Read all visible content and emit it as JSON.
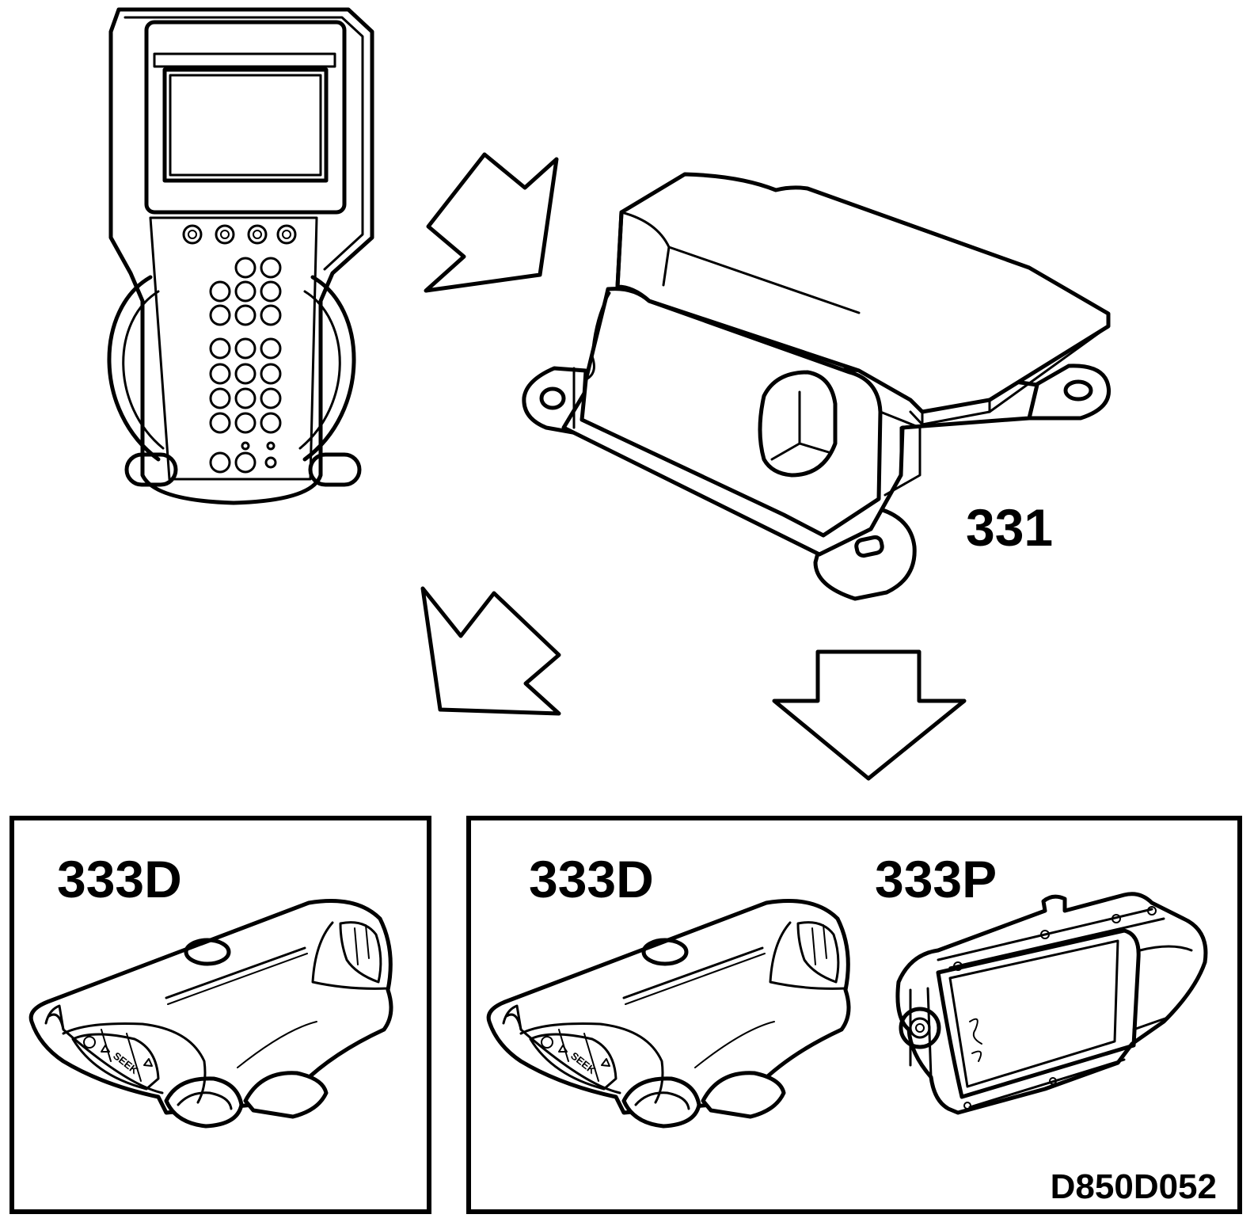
{
  "labels": {
    "module": "331",
    "box_left_part": "333D",
    "box_right_part_driver": "333D",
    "box_right_part_passenger": "333P",
    "figure_code": "D850D052"
  },
  "steering_wheel_button": "SEEK",
  "colors": {
    "ink": "#000000",
    "paper": "#ffffff"
  }
}
